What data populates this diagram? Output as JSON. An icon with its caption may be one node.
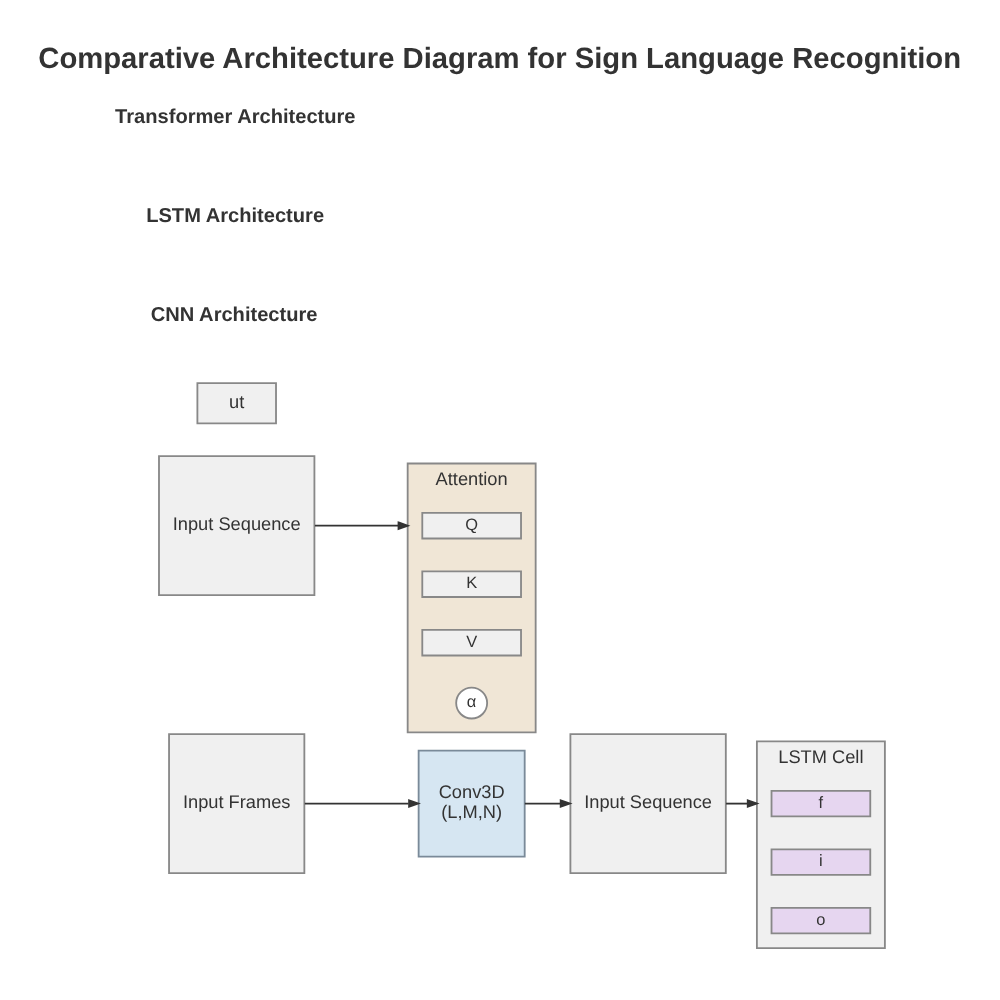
{
  "diagram": {
    "title": "Comparative Architecture Diagram for Sign Language Recognition",
    "nodes": [
      {
        "text": [
          "Input Frames"
        ]
      },
      {
        "text": [
          "Conv3D",
          "(L,M,N)"
        ]
      },
      {
        "text": [
          "Input Sequence"
        ]
      },
      {
        "text": [
          "LSTM Cell"
        ]
      },
      {
        "text": [
          "f"
        ],
        "in": 3
      },
      {
        "text": [
          "i"
        ],
        "in": 3
      },
      {
        "text": [
          "o"
        ],
        "in": 3
      },
      {
        "text": [
          "Input Sequence"
        ]
      },
      {
        "text": [
          "ut"
        ]
      },
      {
        "text": [
          "Attention"
        ]
      },
      {
        "text": [
          "Q"
        ],
        "in": 9
      },
      {
        "text": [
          "K"
        ],
        "in": 9
      },
      {
        "text": [
          "V"
        ],
        "in": 9
      },
      {
        "text": [
          "α"
        ],
        "in": 9
      }
    ],
    "edges": [
      {
        "from": 0,
        "to": 1,
        "arrow": "to"
      },
      {
        "from": 1,
        "to": 2,
        "arrow": "to"
      },
      {
        "from": 2,
        "to": 3,
        "arrow": "to"
      },
      {
        "from": 7,
        "to": 9,
        "arrow": "to"
      }
    ],
    "labels": [
      "CNN Architecture",
      "LSTM Architecture",
      "Transformer Architecture"
    ]
  }
}
